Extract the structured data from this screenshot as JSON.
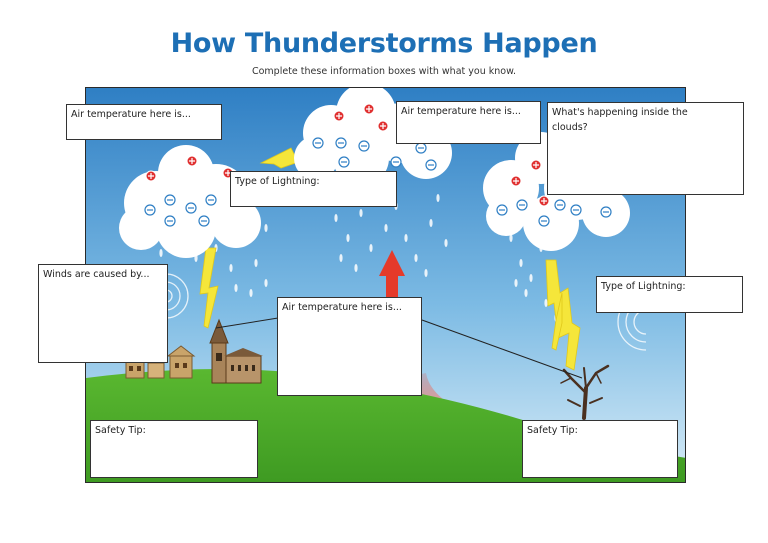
{
  "header": {
    "title": "How Thunderstorms Happen",
    "subtitle": "Complete these information boxes with what you know."
  },
  "boxes": {
    "air_temp_left": "Air temperature here is...",
    "lightning_type_top": "Type of Lightning:",
    "air_temp_top": "Air temperature here is...",
    "inside_clouds": "What's happening inside the clouds?",
    "winds": "Winds are caused by...",
    "air_temp_middle": "Air temperature here is...",
    "lightning_type_right": "Type of Lightning:",
    "safety_tip_left": "Safety Tip:",
    "safety_tip_right": "Safety Tip:"
  },
  "colors": {
    "title": "#1d6fb5",
    "sky_top": "#2f7fc4",
    "sky_bottom": "#d8ecf7",
    "grass": "#5ab830",
    "lightning": "#f5e63a",
    "positive_charge": "#e03030",
    "negative_charge": "#2f7fc4",
    "arrow": "#e53a2a"
  }
}
